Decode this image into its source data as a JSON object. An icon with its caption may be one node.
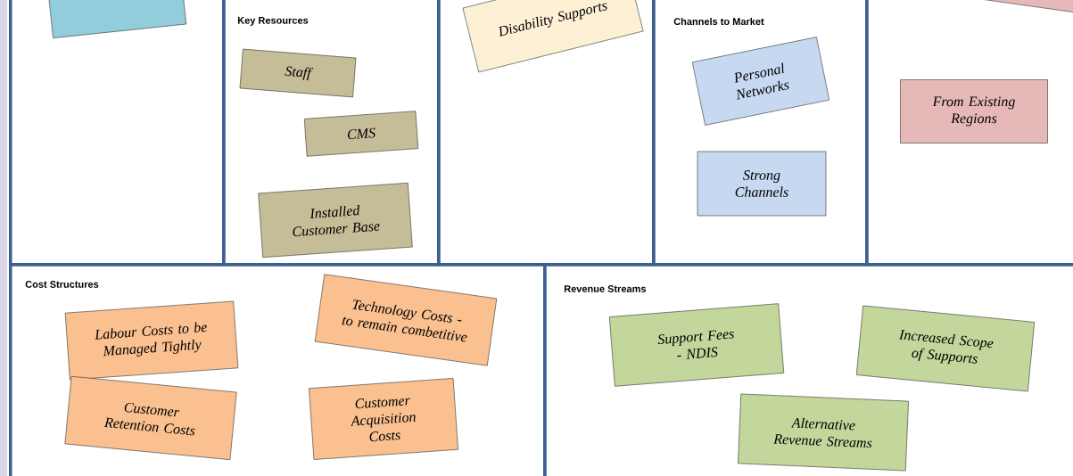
{
  "diagram": {
    "nodes": [
      {
        "text": [],
        "shape": "box"
      },
      {
        "text": [],
        "shape": "box",
        "in": 0
      },
      {
        "text": [
          "Key Resources"
        ]
      },
      {
        "text": [
          "Staff"
        ],
        "in": 2
      },
      {
        "text": [
          "CMS"
        ],
        "in": 2
      },
      {
        "text": [
          "Installed Customer Base"
        ],
        "in": 2
      },
      {
        "text": [],
        "shape": "box"
      },
      {
        "text": [
          "Disability Supports"
        ],
        "in": 6
      },
      {
        "text": [
          "Channels to Market"
        ]
      },
      {
        "text": [
          "Personal Networks"
        ],
        "in": 8
      },
      {
        "text": [
          "Strong Channels"
        ],
        "in": 8
      },
      {
        "text": [],
        "shape": "box"
      },
      {
        "text": [],
        "shape": "box",
        "in": 11
      },
      {
        "text": [
          "From Existing Regions"
        ],
        "in": 11
      },
      {
        "text": [
          "Cost Structures"
        ]
      },
      {
        "text": [
          "Labour Costs to be Managed Tightly"
        ],
        "in": 14
      },
      {
        "text": [
          "Technology Costs - to remain combetitive"
        ],
        "in": 14
      },
      {
        "text": [
          "Customer Retention Costs"
        ],
        "in": 14
      },
      {
        "text": [
          "Customer Acquisition Costs"
        ],
        "in": 14
      },
      {
        "text": [
          "Revenue Streams"
        ]
      },
      {
        "text": [
          "Support Fees - NDIS"
        ],
        "in": 19
      },
      {
        "text": [
          "Increased Scope of Supports"
        ],
        "in": 19
      },
      {
        "text": [
          "Alternative Revenue Streams"
        ],
        "in": 19
      }
    ]
  }
}
